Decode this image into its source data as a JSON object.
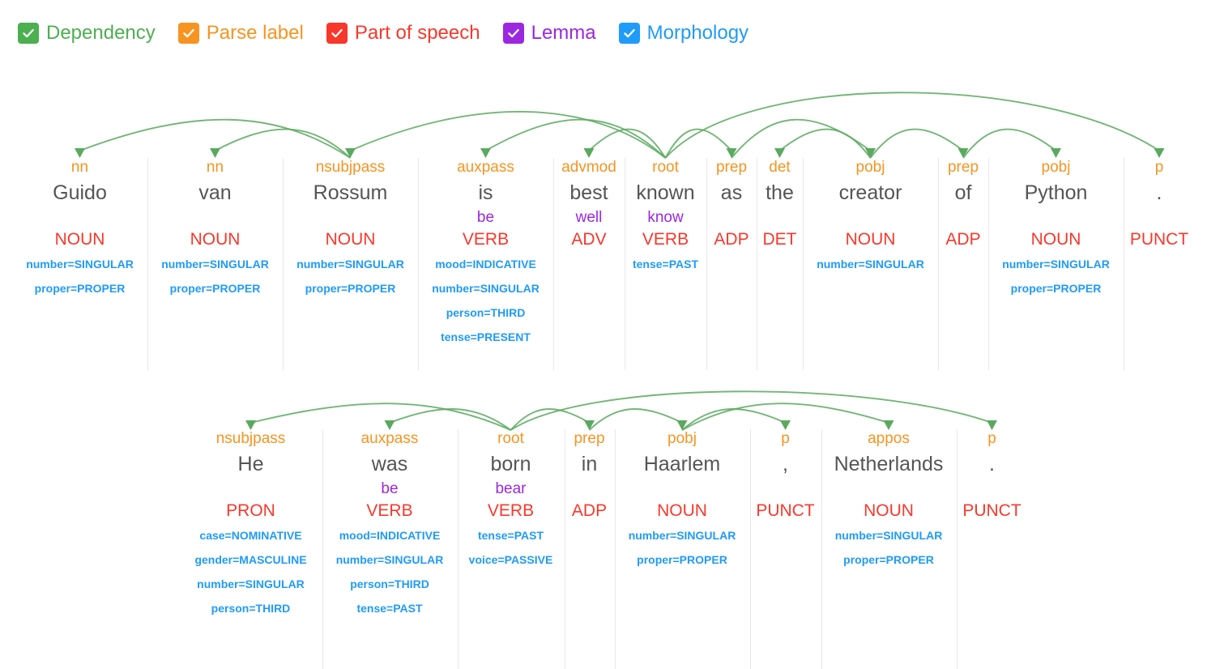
{
  "legend": {
    "items": [
      {
        "label": "Dependency",
        "color": "#4caf50",
        "icon": "checkbox-checked-icon",
        "checked": true
      },
      {
        "label": "Parse label",
        "color": "#f79421",
        "icon": "checkbox-checked-icon",
        "checked": true
      },
      {
        "label": "Part of speech",
        "color": "#f8382b",
        "icon": "checkbox-checked-icon",
        "checked": true
      },
      {
        "label": "Lemma",
        "color": "#9c27e0",
        "icon": "checkbox-checked-icon",
        "checked": true
      },
      {
        "label": "Morphology",
        "color": "#1f9bfa",
        "icon": "checkbox-checked-icon",
        "checked": true
      }
    ]
  },
  "colors": {
    "dependency_arc": "#5aa95f",
    "parse_label": "#f79421",
    "word": "#555555",
    "lemma": "#9c27e0",
    "part_of_speech": "#f8382b",
    "morphology": "#1f9bfa",
    "divider": "#e8e8e8"
  },
  "sentences": [
    {
      "text": "Guido van Rossum is best known as the creator of Python .",
      "tokens": [
        {
          "dep": "nn",
          "word": "Guido",
          "lemma": "",
          "pos": "NOUN",
          "morph": [
            "number=SINGULAR",
            "proper=PROPER"
          ],
          "width": 167,
          "head": 2
        },
        {
          "dep": "nn",
          "word": "van",
          "lemma": "",
          "pos": "NOUN",
          "morph": [
            "number=SINGULAR",
            "proper=PROPER"
          ],
          "width": 167,
          "head": 2
        },
        {
          "dep": "nsubjpass",
          "word": "Rossum",
          "lemma": "",
          "pos": "NOUN",
          "morph": [
            "number=SINGULAR",
            "proper=PROPER"
          ],
          "width": 167,
          "head": 5
        },
        {
          "dep": "auxpass",
          "word": "is",
          "lemma": "be",
          "pos": "VERB",
          "morph": [
            "mood=INDICATIVE",
            "number=SINGULAR",
            "person=THIRD",
            "tense=PRESENT"
          ],
          "width": 167,
          "head": 5
        },
        {
          "dep": "advmod",
          "word": "best",
          "lemma": "well",
          "pos": "ADV",
          "morph": [],
          "width": 88,
          "head": 5
        },
        {
          "dep": "root",
          "word": "known",
          "lemma": "know",
          "pos": "VERB",
          "morph": [
            "tense=PAST"
          ],
          "width": 101,
          "head": -1
        },
        {
          "dep": "prep",
          "word": "as",
          "lemma": "",
          "pos": "ADP",
          "morph": [],
          "width": 62,
          "head": 5
        },
        {
          "dep": "det",
          "word": "the",
          "lemma": "",
          "pos": "DET",
          "morph": [],
          "width": 57,
          "head": 8
        },
        {
          "dep": "pobj",
          "word": "creator",
          "lemma": "",
          "pos": "NOUN",
          "morph": [
            "number=SINGULAR"
          ],
          "width": 167,
          "head": 6
        },
        {
          "dep": "prep",
          "word": "of",
          "lemma": "",
          "pos": "ADP",
          "morph": [],
          "width": 62,
          "head": 8
        },
        {
          "dep": "pobj",
          "word": "Python",
          "lemma": "",
          "pos": "NOUN",
          "morph": [
            "number=SINGULAR",
            "proper=PROPER"
          ],
          "width": 167,
          "head": 9
        },
        {
          "dep": "p",
          "word": ".",
          "lemma": "",
          "pos": "PUNCT",
          "morph": [],
          "width": 88,
          "head": 5
        }
      ]
    },
    {
      "text": "He was born in Haarlem , Netherlands .",
      "tokens": [
        {
          "dep": "nsubjpass",
          "word": "He",
          "lemma": "",
          "pos": "PRON",
          "morph": [
            "case=NOMINATIVE",
            "gender=MASCULINE",
            "number=SINGULAR",
            "person=THIRD"
          ],
          "width": 176,
          "head": 2
        },
        {
          "dep": "auxpass",
          "word": "was",
          "lemma": "be",
          "pos": "VERB",
          "morph": [
            "mood=INDICATIVE",
            "number=SINGULAR",
            "person=THIRD",
            "tense=PAST"
          ],
          "width": 167,
          "head": 2
        },
        {
          "dep": "root",
          "word": "born",
          "lemma": "bear",
          "pos": "VERB",
          "morph": [
            "tense=PAST",
            "voice=PASSIVE"
          ],
          "width": 132,
          "head": -1
        },
        {
          "dep": "prep",
          "word": "in",
          "lemma": "",
          "pos": "ADP",
          "morph": [],
          "width": 62,
          "head": 2
        },
        {
          "dep": "pobj",
          "word": "Haarlem",
          "lemma": "",
          "pos": "NOUN",
          "morph": [
            "number=SINGULAR",
            "proper=PROPER"
          ],
          "width": 167,
          "head": 3
        },
        {
          "dep": "p",
          "word": ",",
          "lemma": "",
          "pos": "PUNCT",
          "morph": [],
          "width": 88,
          "head": 4
        },
        {
          "dep": "appos",
          "word": "Netherlands",
          "lemma": "",
          "pos": "NOUN",
          "morph": [
            "number=SINGULAR",
            "proper=PROPER"
          ],
          "width": 167,
          "head": 4
        },
        {
          "dep": "p",
          "word": ".",
          "lemma": "",
          "pos": "PUNCT",
          "morph": [],
          "width": 88,
          "head": 2
        }
      ]
    }
  ]
}
